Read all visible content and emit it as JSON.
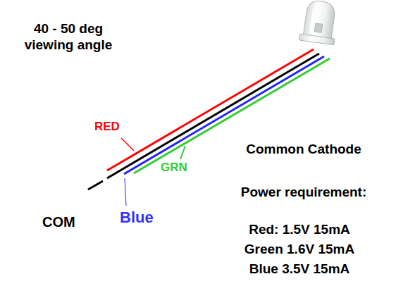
{
  "diagram": {
    "labels": [
      "40 - 50 deg viewing angle",
      "RED",
      "GRN",
      "COM",
      "Blue",
      "Common Cathode",
      "Power requirement:",
      "Red: 1.5V 15mA",
      "Green 1.6V 15mA",
      "Blue 3.5V 15mA"
    ]
  }
}
